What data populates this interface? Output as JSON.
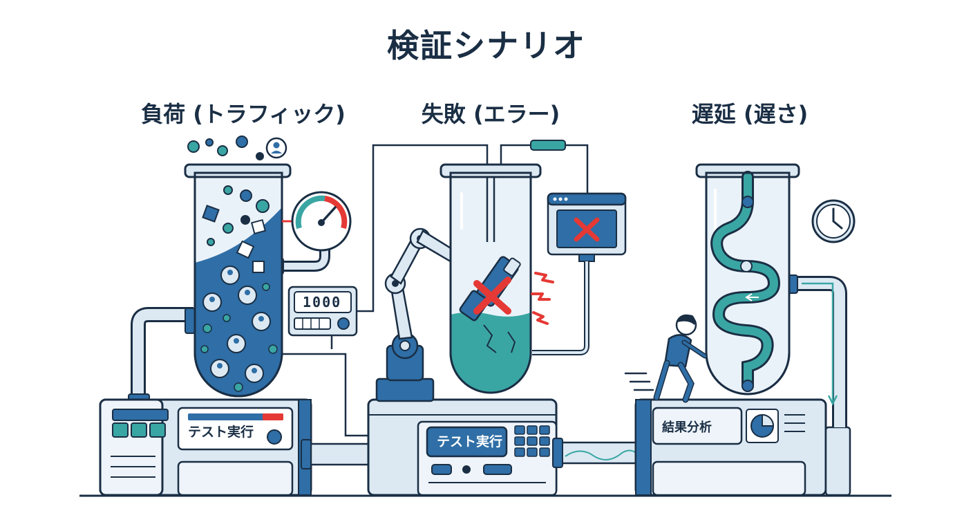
{
  "title": "検証シナリオ",
  "scenarios": [
    {
      "label": "負荷 (トラフィック)",
      "panel_label": "テスト実行",
      "counter": "1000"
    },
    {
      "label": "失敗 (エラー)",
      "panel_label": "テスト実行"
    },
    {
      "label": "遅延 (遅さ)",
      "panel_label": "結果分析"
    }
  ],
  "colors": {
    "outline": "#1a2e44",
    "primary": "#2f6ea6",
    "dark_blue": "#245a8f",
    "light_blue": "#dce9f3",
    "teal": "#3aa6a3",
    "red": "#e53935",
    "gauge_teal": "#3aa6a3",
    "gauge_red": "#e53935"
  },
  "icons": [
    "gauge-icon",
    "clock-icon",
    "error-window-icon",
    "robot-arm-icon",
    "person-pushing-icon",
    "pie-chart-icon",
    "traffic-user-icon"
  ]
}
